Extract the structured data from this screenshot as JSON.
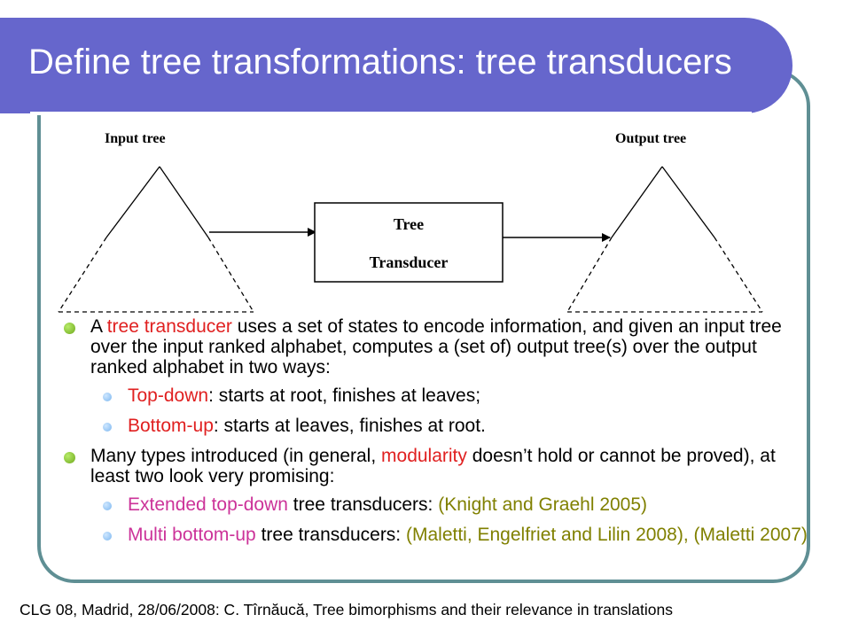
{
  "title": "Define tree transformations: tree transducers",
  "diagram": {
    "input_label": "Input tree",
    "output_label": "Output tree",
    "box_line1": "Tree",
    "box_line2": "Transducer"
  },
  "bullets": [
    {
      "p1": "A ",
      "h1": "tree transducer",
      "p2": " uses a set of states to encode information, and given an input tree over the input ranked alphabet, computes a (set of) output tree(s) over the output ranked alphabet in two ways:",
      "subs": [
        {
          "h": "Top-down",
          "t": ": starts at root, finishes at leaves;"
        },
        {
          "h": "Bottom-up",
          "t": ": starts at leaves, finishes at root."
        }
      ]
    },
    {
      "p1": "Many types introduced (in general, ",
      "h1": "modularity",
      "p2": " doesn’t hold or cannot be proved), at least two look very promising:",
      "subs": [
        {
          "h": "Extended top-down",
          "t": " tree transducers: ",
          "c": "(Knight and Graehl 2005)"
        },
        {
          "h": "Multi bottom-up",
          "t": " tree transducers: ",
          "c": "(Maletti, Engelfriet and Lilin 2008), (Maletti 2007)"
        }
      ]
    }
  ],
  "footer": "CLG 08, Madrid, 28/06/2008: C. Tîrnăucă, Tree bimorphisms and their relevance in translations",
  "colors": {
    "title_bar": "#6666cc",
    "frame": "#5f8f94",
    "highlight_red": "#e02020",
    "highlight_magenta": "#cc3399",
    "citation_olive": "#808000"
  }
}
